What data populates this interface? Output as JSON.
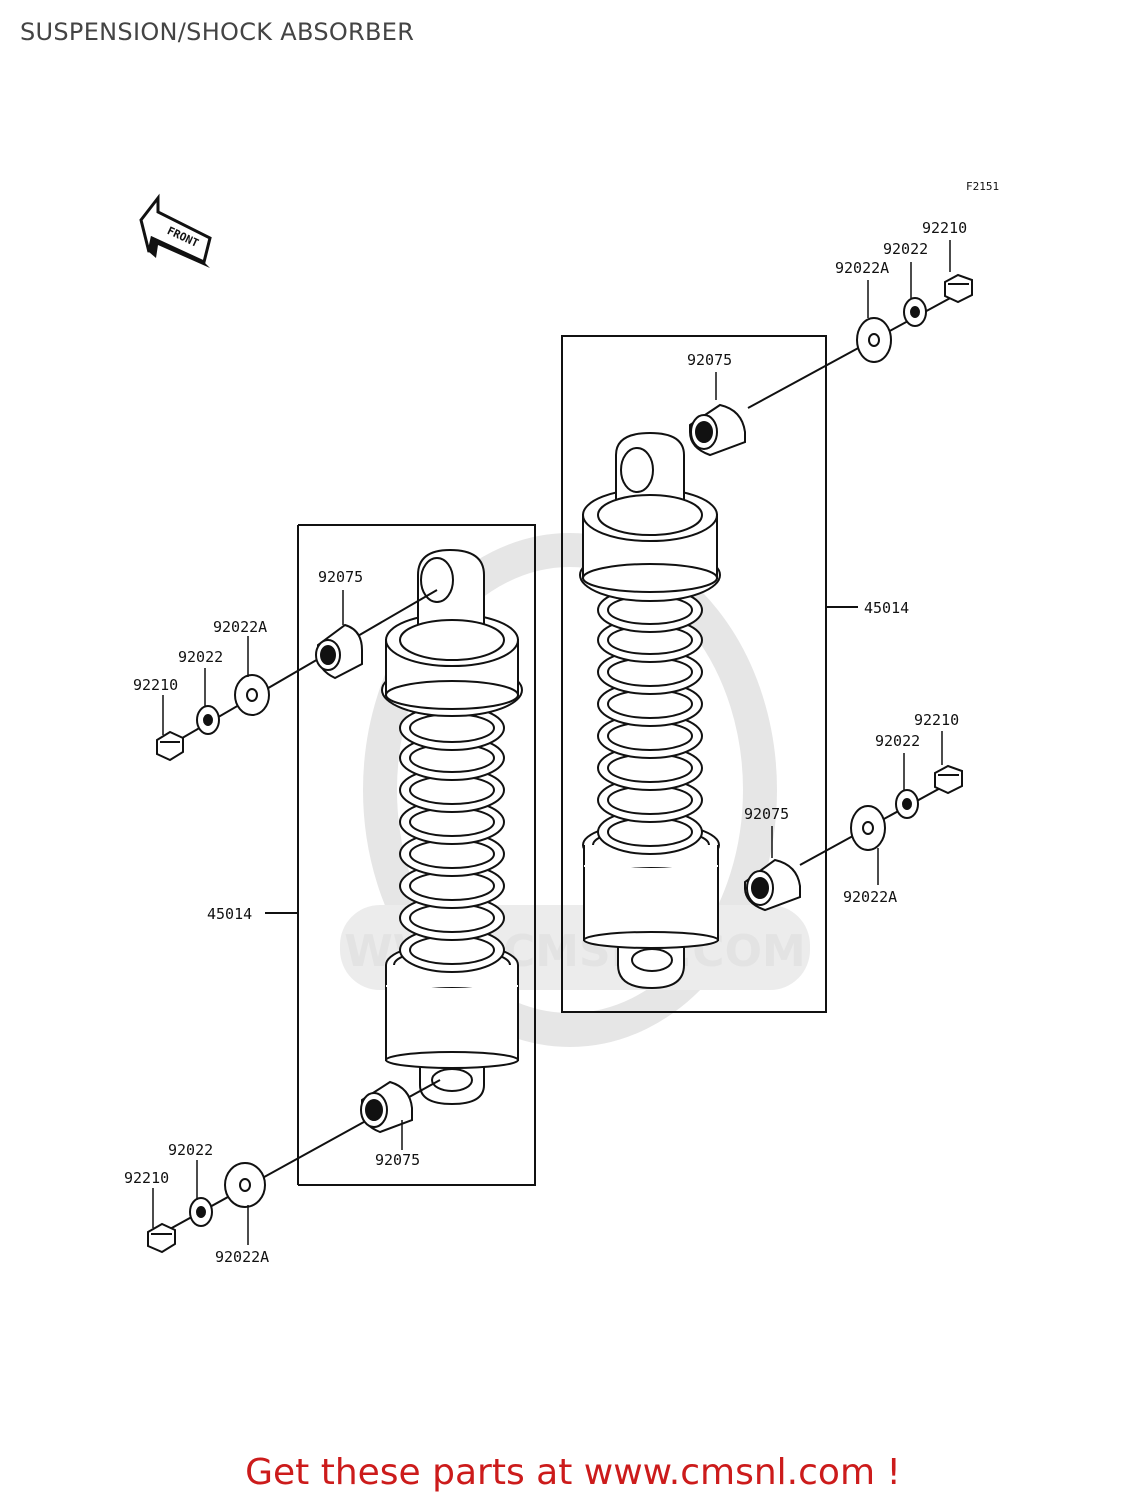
{
  "title": "SUSPENSION/SHOCK ABSORBER",
  "figure_code": "F2151",
  "front_arrow_label": "FRONT",
  "watermark": "WWW.CMSNL.COM",
  "parts": {
    "shock_absorber": "45014",
    "bushing": "92075",
    "washer_large": "92022A",
    "washer_small": "92022",
    "nut": "92210"
  },
  "footer": "Get these parts at www.cmsnl.com !",
  "colors": {
    "line": "#111111",
    "footer": "#cc1b1b",
    "watermark": "#e3e3e3"
  }
}
